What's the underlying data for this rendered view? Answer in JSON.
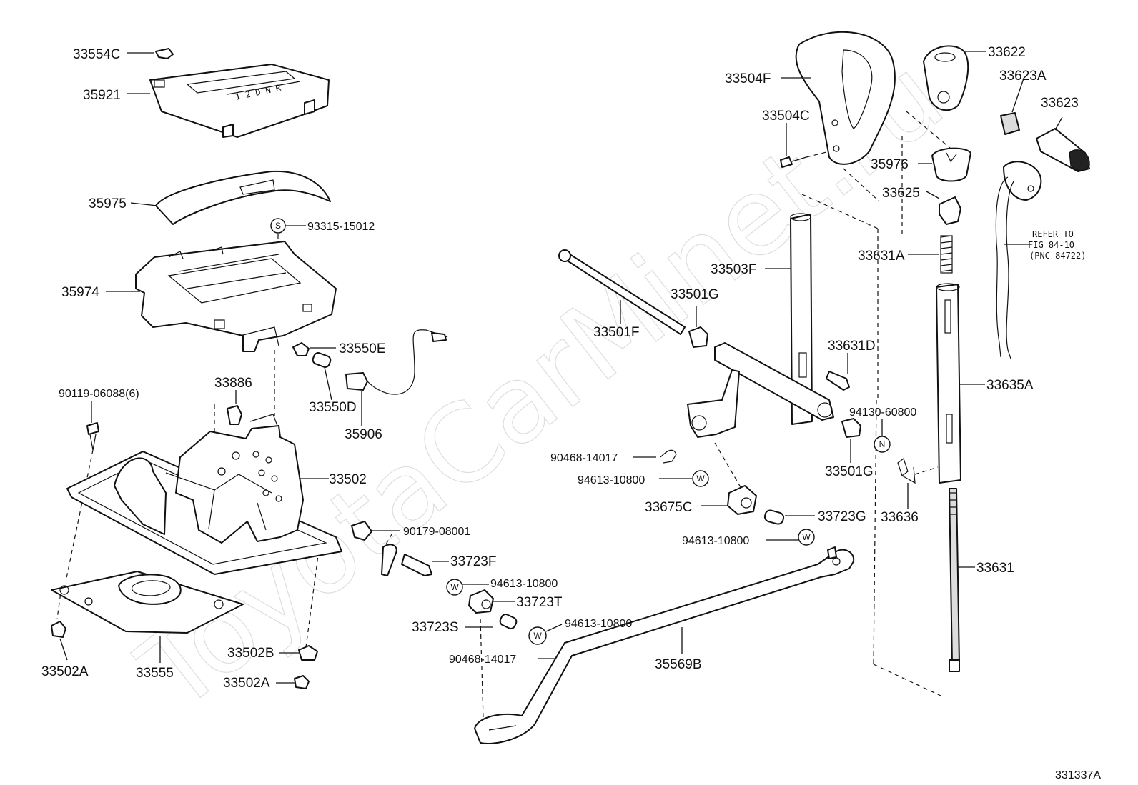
{
  "watermark": "ToyotaCarMinet.ru",
  "figure_code": "331337A",
  "reference_note": {
    "line1": "REFER TO",
    "line2": "FIG 84-10",
    "line3": "(PNC 84722)"
  },
  "markers": {
    "s": "S",
    "w": "W",
    "n": "N"
  },
  "labels": {
    "p33554C": "33554C",
    "p35921": "35921",
    "p35975": "35975",
    "p93315_15012": "93315-15012",
    "p35974": "35974",
    "p33550E": "33550E",
    "p33886": "33886",
    "p90119_06088": "90119-06088(6)",
    "p33550D": "33550D",
    "p35906": "35906",
    "p33502": "33502",
    "p90179_08001": "90179-08001",
    "p33723F": "33723F",
    "p94613_10800_a": "94613-10800",
    "p33723T": "33723T",
    "p33723S": "33723S",
    "p94613_10800_b": "94613-10800",
    "p90468_14017_b": "90468-14017",
    "p33502B": "33502B",
    "p33502A_a": "33502A",
    "p33555": "33555",
    "p33502A_b": "33502A",
    "p33504F": "33504F",
    "p33504C": "33504C",
    "p33622": "33622",
    "p33623A": "33623A",
    "p33623": "33623",
    "p35976": "35976",
    "p33625": "33625",
    "p33631A": "33631A",
    "p33503F": "33503F",
    "p33501G_a": "33501G",
    "p33501F": "33501F",
    "p33631D": "33631D",
    "p94130_60800": "94130-60800",
    "p33635A": "33635A",
    "p90468_14017_a": "90468-14017",
    "p94613_10800_c": "94613-10800",
    "p33501G_b": "33501G",
    "p33636": "33636",
    "p33675C": "33675C",
    "p33723G": "33723G",
    "p94613_10800_d": "94613-10800",
    "p33631": "33631",
    "p35569B": "35569B"
  }
}
